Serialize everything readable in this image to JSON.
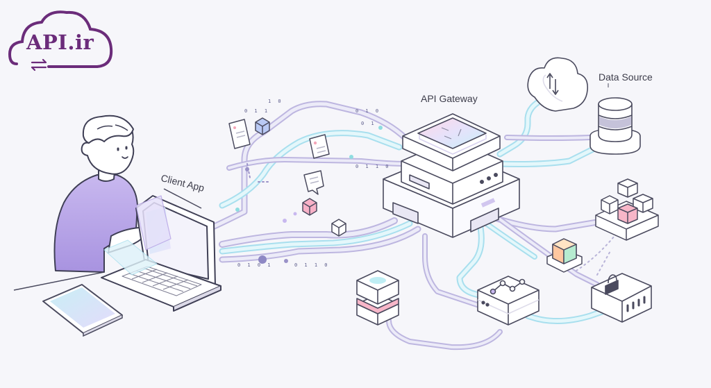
{
  "logo": {
    "text": "API.ir",
    "accent": "#6b2c7a"
  },
  "labels": {
    "client": "Client App",
    "gateway": "API Gateway",
    "datasource": "Data Source"
  },
  "bits": [
    "0 1 1",
    "1 0",
    "0 1 0",
    "0 1",
    "0 1 1 0",
    "0 1 0 1",
    "0 1 1 0"
  ],
  "icons": [
    "cloud-sync-icon",
    "database-icon",
    "lock-icon",
    "graph-icon",
    "cube-icon",
    "chat-bubble-icon"
  ],
  "colors": {
    "pipe_lavender": "#c9c4e8",
    "pipe_teal": "#a8e4ef",
    "accent_pink": "#f4a6b8",
    "accent_green": "#a6e3c5",
    "accent_purple": "#b7a4e6"
  }
}
